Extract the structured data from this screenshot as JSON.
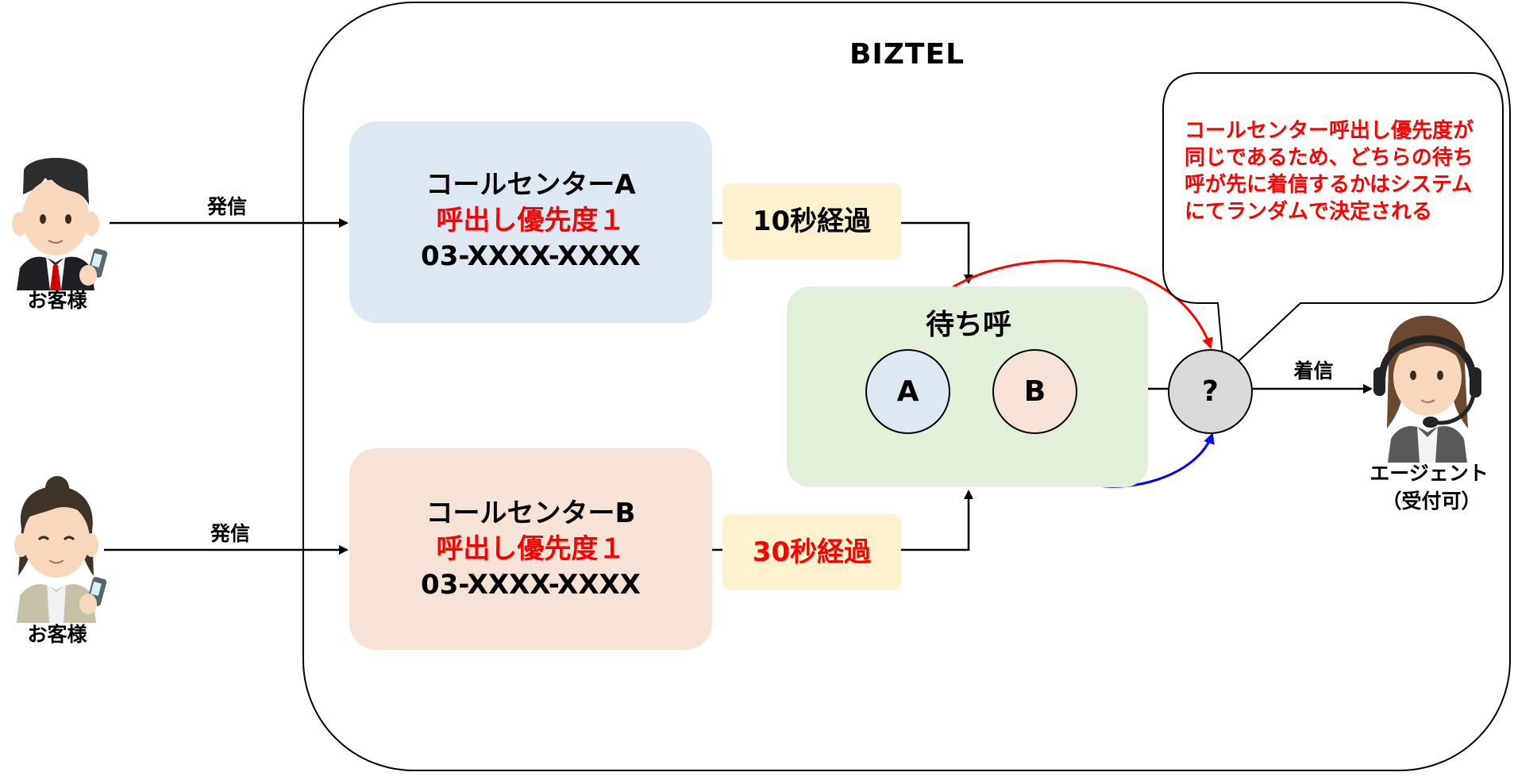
{
  "system": {
    "title": "BIZTEL"
  },
  "customers": [
    {
      "label": "お客様",
      "arrow_label": "発信"
    },
    {
      "label": "お客様",
      "arrow_label": "発信"
    }
  ],
  "call_centers": [
    {
      "name": "コールセンターA",
      "priority": "呼出し優先度１",
      "number": "03-XXXX-XXXX",
      "elapsed": "10秒経過"
    },
    {
      "name": "コールセンターB",
      "priority": "呼出し優先度１",
      "number": "03-XXXX-XXXX",
      "elapsed": "30秒経過"
    }
  ],
  "queue": {
    "label": "待ち呼",
    "items": [
      "A",
      "B"
    ],
    "selected": "?"
  },
  "agent": {
    "incoming_label": "着信",
    "label": "エージェント",
    "status": "（受付可）"
  },
  "callout": {
    "text": "コールセンター呼出し優先度が同じであるため、どちらの待ち呼が先に着信するかはシステムにてランダムで決定される"
  },
  "colors": {
    "frame": "#000000",
    "callcenter_a": "#dde8f3",
    "callcenter_b": "#f7e2d6",
    "elapsed_box": "#fff3cf",
    "queue_box": "#e2efd9",
    "selected_circle": "#d9d9d9",
    "highlight_text": "#ff0000",
    "path_a": "#ff0000",
    "path_b": "#0000ff"
  }
}
